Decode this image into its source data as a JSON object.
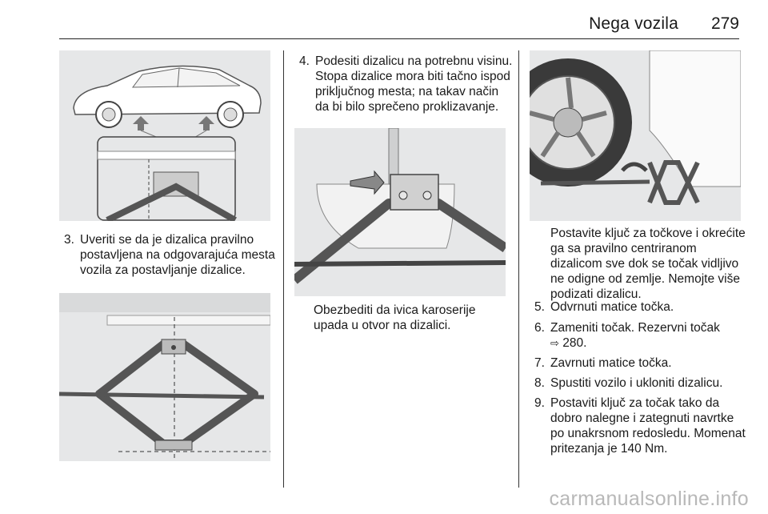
{
  "header": {
    "title": "Nega vozila",
    "page_number": "279"
  },
  "steps": [
    {
      "num": "3.",
      "text": "Uveriti se da je dizalica pravilno postavljena na odgovarajuća mesta vozila za postavljanje dizalice."
    },
    {
      "num": "4.",
      "text": "Podesiti dizalicu na potrebnu visinu. Stopa dizalice mora biti tačno ispod priključnog mesta; na takav način da bi bilo sprečeno proklizavanje."
    },
    {
      "num": "5.",
      "text": "Odvrnuti matice točka."
    },
    {
      "num": "6.",
      "text_before_ref": "Zameniti točak. Rezervni točak",
      "ref_icon": "arrow-reference-icon",
      "ref": "280."
    },
    {
      "num": "7.",
      "text": "Zavrnuti matice točka."
    },
    {
      "num": "8.",
      "text": "Spustiti vozilo i ukloniti dizalicu."
    },
    {
      "num": "9.",
      "text": "Postaviti ključ za točak tako da dobro nalegne i zategnuti navrtke po unakrsnom redosledu. Momenat pritezanja je 140 Nm."
    }
  ],
  "paragraphs": {
    "col2_note": "Obezbediti da ivica karoserije upada u otvor na dizalici.",
    "col3_note": "Postavite ključ za točkove i okrećite ga sa pravilno centriranom dizalicom sve dok se točak vidljivo ne odigne od zemlje. Nemojte više podizati dizalicu."
  },
  "watermark": "carmanualsonline.info",
  "colors": {
    "illustration_bg": "#e6e7e8",
    "text": "#1a1a1a",
    "watermark": "#b8b8b8"
  }
}
